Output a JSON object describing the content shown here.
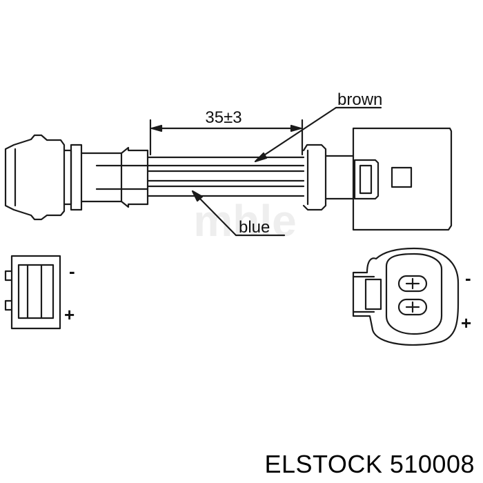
{
  "diagram": {
    "dimension_label": "35±3",
    "wire_labels": {
      "brown": "brown",
      "blue": "blue"
    },
    "watermark": "mhle",
    "left_pins": {
      "minus": "-",
      "plus": "+"
    },
    "right_pins": {
      "minus": "-",
      "plus": "+"
    }
  },
  "caption": "ELSTOCK 510008",
  "colors": {
    "line": "#1a1a1a",
    "background": "#ffffff",
    "watermark": "#eeeeee"
  }
}
